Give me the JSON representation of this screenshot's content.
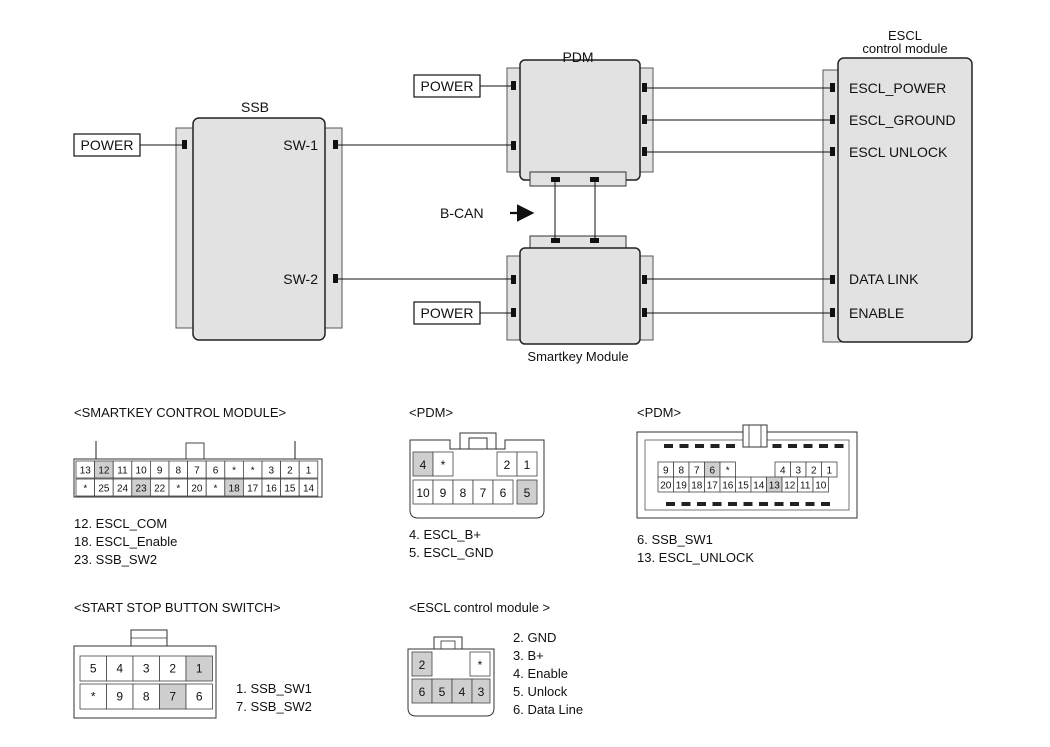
{
  "block_diagram": {
    "ssb": {
      "title": "SSB",
      "sw1": "SW-1",
      "sw2": "SW-2"
    },
    "pdm": {
      "title": "PDM"
    },
    "escl": {
      "title_line1": "ESCL",
      "title_line2": "control module",
      "pins": [
        "ESCL_POWER",
        "ESCL_GROUND",
        "ESCL UNLOCK",
        "DATA LINK",
        "ENABLE"
      ]
    },
    "smartkey": {
      "title": "Smartkey Module"
    },
    "power_label": "POWER",
    "bcan_label": "B-CAN"
  },
  "connectors": {
    "smartkey": {
      "title": "<SMARTKEY CONTROL MODULE>",
      "row1": [
        "13",
        "12",
        "11",
        "10",
        "9",
        "8",
        "7",
        "6",
        "*",
        "*",
        "3",
        "2",
        "1"
      ],
      "row2": [
        "*",
        "25",
        "24",
        "23",
        "22",
        "*",
        "20",
        "*",
        "18",
        "17",
        "16",
        "15",
        "14"
      ],
      "notes": [
        "12. ESCL_COM",
        "18. ESCL_Enable",
        "23. SSB_SW2"
      ]
    },
    "pdm_small": {
      "title": "<PDM>",
      "row1": [
        "4",
        "*",
        "2",
        "1"
      ],
      "row2": [
        "10",
        "9",
        "8",
        "7",
        "6",
        "5"
      ],
      "notes": [
        "4. ESCL_B+",
        "5. ESCL_GND"
      ]
    },
    "pdm_large": {
      "title": "<PDM>",
      "row1": [
        "9",
        "8",
        "7",
        "6",
        "*",
        "4",
        "3",
        "2",
        "1"
      ],
      "row2": [
        "20",
        "19",
        "18",
        "17",
        "16",
        "15",
        "14",
        "13",
        "12",
        "11",
        "10"
      ],
      "notes": [
        "6. SSB_SW1",
        "13. ESCL_UNLOCK"
      ]
    },
    "ssb_switch": {
      "title": "<START STOP BUTTON SWITCH>",
      "row1": [
        "5",
        "4",
        "3",
        "2",
        "1"
      ],
      "row2": [
        "*",
        "9",
        "8",
        "7",
        "6"
      ],
      "notes": [
        "1. SSB_SW1",
        "7. SSB_SW2"
      ]
    },
    "escl_conn": {
      "title": "<ESCL control module >",
      "row1": [
        "2",
        "*"
      ],
      "row2": [
        "6",
        "5",
        "4",
        "3"
      ],
      "notes": [
        "2. GND",
        "3. B+",
        "4. Enable",
        "5. Unlock",
        "6. Data Line"
      ]
    }
  }
}
